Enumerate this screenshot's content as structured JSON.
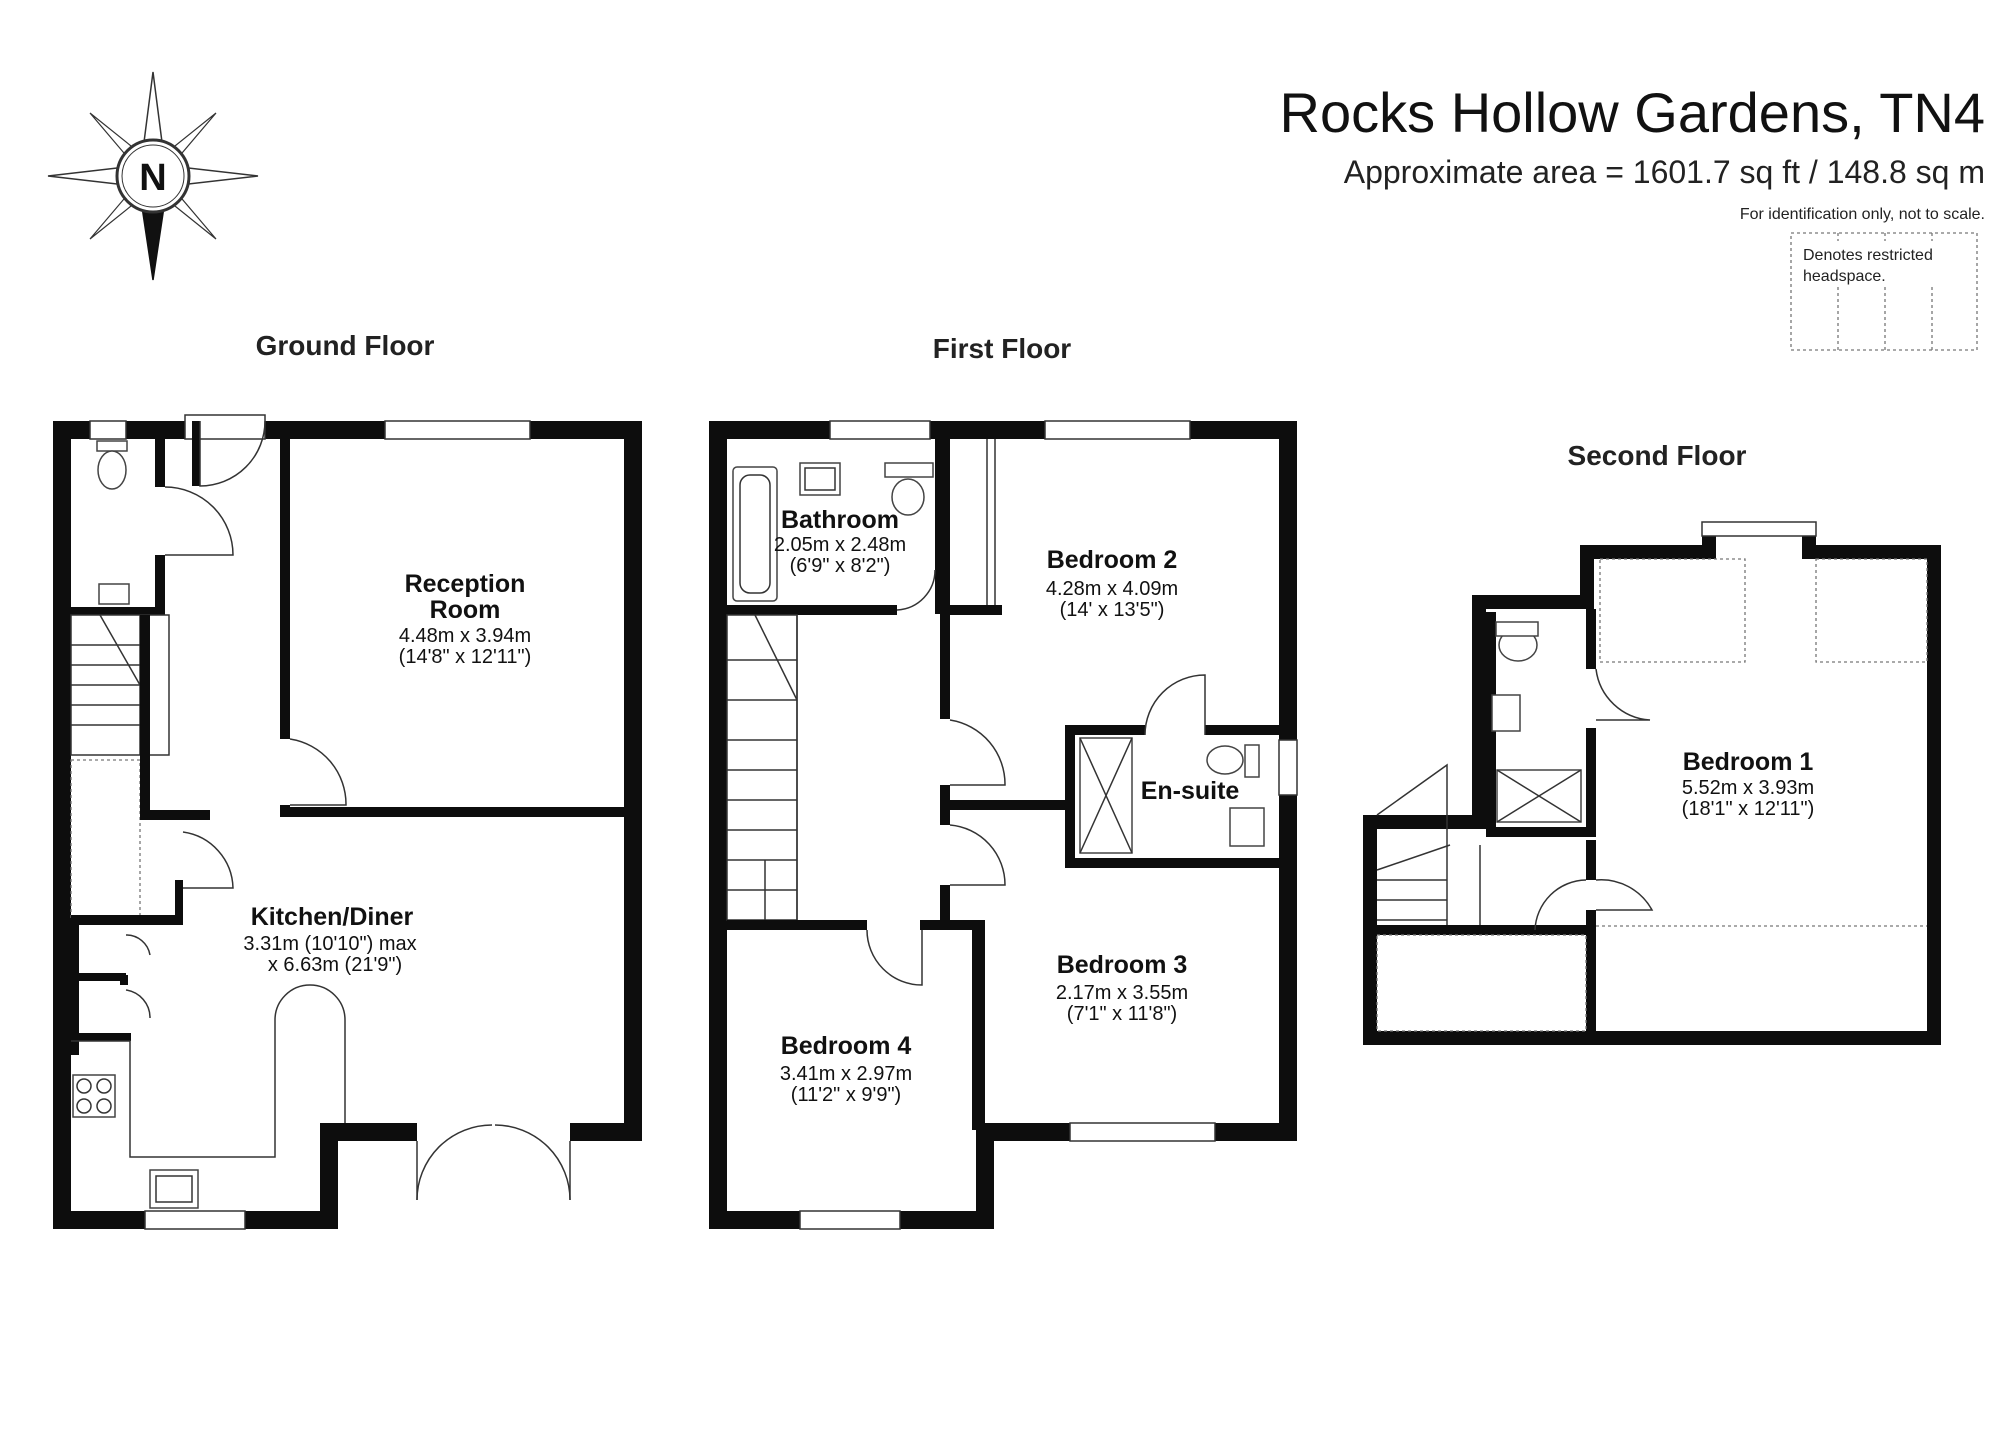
{
  "header": {
    "title": "Rocks Hollow Gardens, TN4",
    "area": "Approximate area = 1601.7 sq ft / 148.8 sq m",
    "disclaimer": "For identification only, not to scale.",
    "legend_line1": "Denotes restricted",
    "legend_line2": "headspace."
  },
  "compass": {
    "label": "N",
    "icon": "compass-rose-icon"
  },
  "floors": {
    "ground": {
      "title": "Ground Floor",
      "reception": {
        "name_line1": "Reception",
        "name_line2": "Room",
        "dim_m": "4.48m x 3.94m",
        "dim_ft": "(14'8\" x 12'11\")"
      },
      "kitchen": {
        "name": "Kitchen/Diner",
        "dim_line1": "3.31m (10'10\") max",
        "dim_line2": "x 6.63m (21'9\")"
      }
    },
    "first": {
      "title": "First Floor",
      "bathroom": {
        "name": "Bathroom",
        "dim_m": "2.05m x 2.48m",
        "dim_ft": "(6'9\" x 8'2\")"
      },
      "bedroom2": {
        "name": "Bedroom 2",
        "dim_m": "4.28m x 4.09m",
        "dim_ft": "(14' x 13'5\")"
      },
      "ensuite": {
        "name": "En-suite"
      },
      "bedroom3": {
        "name": "Bedroom 3",
        "dim_m": "2.17m x 3.55m",
        "dim_ft": "(7'1\" x 11'8\")"
      },
      "bedroom4": {
        "name": "Bedroom 4",
        "dim_m": "3.41m x 2.97m",
        "dim_ft": "(11'2\" x 9'9\")"
      }
    },
    "second": {
      "title": "Second Floor",
      "bedroom1": {
        "name": "Bedroom 1",
        "dim_m": "5.52m x 3.93m",
        "dim_ft": "(18'1\" x 12'11\")"
      }
    }
  }
}
